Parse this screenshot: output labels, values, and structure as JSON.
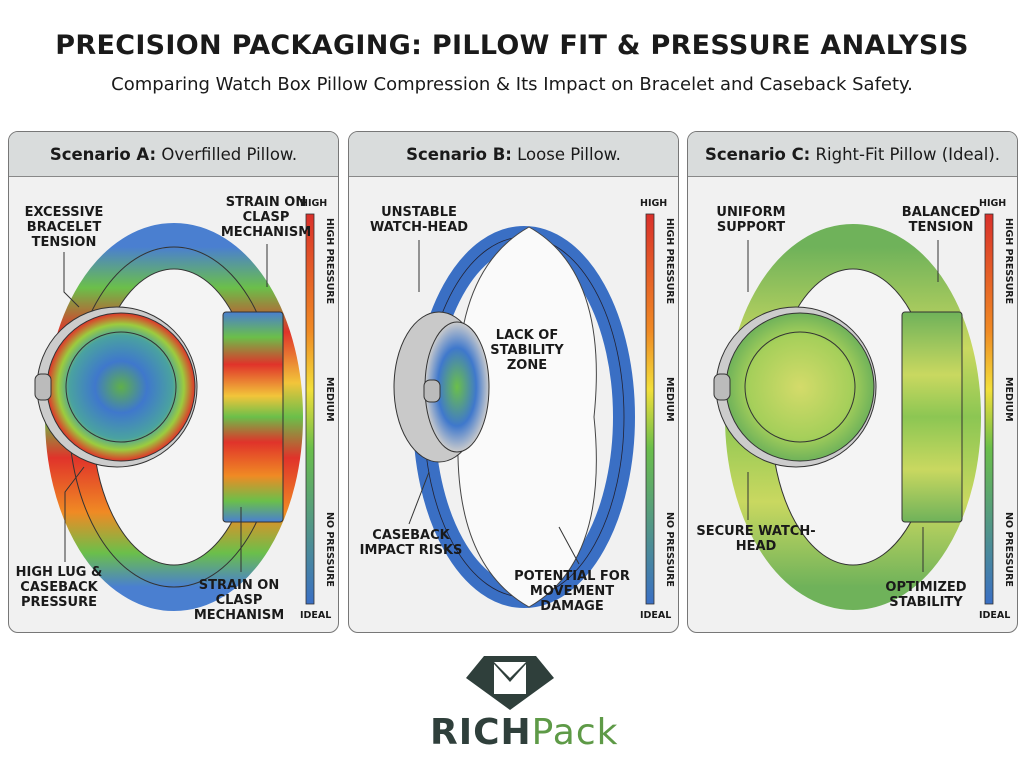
{
  "header": {
    "title": "PRECISION PACKAGING: PILLOW FIT & PRESSURE ANALYSIS",
    "subtitle": "Comparing Watch Box Pillow Compression & Its Impact on Bracelet and Caseback Safety."
  },
  "scale": {
    "high": "HIGH",
    "ideal": "IDEAL",
    "high_pressure": "HIGH PRESSURE",
    "medium": "MEDIUM",
    "no_pressure": "NO PRESSURE",
    "colors": [
      "#d9302a",
      "#f08a24",
      "#f2df3a",
      "#6bbf4a",
      "#3a6fc4"
    ]
  },
  "panels": [
    {
      "scenario": "Scenario A:",
      "name": "Overfilled Pillow.",
      "labels": [
        "EXCESSIVE BRACELET TENSION",
        "STRAIN ON CLASP MECHANISM",
        "HIGH LUG & CASEBACK PRESSURE",
        "STRAIN ON CLASP MECHANISM"
      ]
    },
    {
      "scenario": "Scenario B:",
      "name": "Loose Pillow.",
      "labels": [
        "UNSTABLE WATCH-HEAD",
        "LACK OF STABILITY ZONE",
        "CASEBACK IMPACT RISKS",
        "POTENTIAL FOR MOVEMENT DAMAGE"
      ]
    },
    {
      "scenario": "Scenario C:",
      "name": "Right-Fit Pillow (Ideal).",
      "labels": [
        "UNIFORM SUPPORT",
        "BALANCED TENSION",
        "SECURE WATCH-HEAD",
        "OPTIMIZED STABILITY"
      ]
    }
  ],
  "logo": {
    "part1": "RICH",
    "part2": "Pack",
    "colors": {
      "dark": "#2f3f3b",
      "green": "#5e9a47"
    }
  }
}
